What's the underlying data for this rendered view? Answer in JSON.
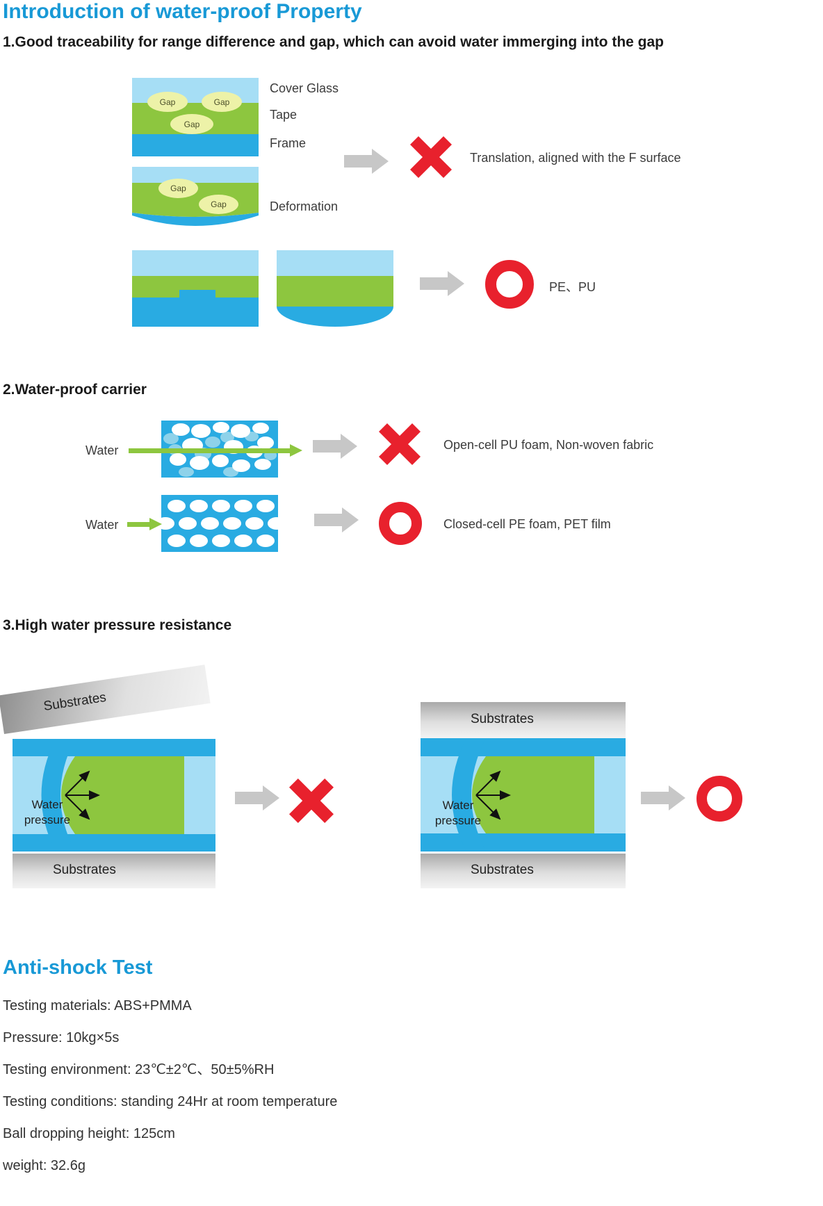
{
  "page": {
    "title": "Introduction of water-proof Property"
  },
  "colors": {
    "accent_blue": "#1899d6",
    "cover_glass_blue": "#a6def5",
    "tape_green": "#8dc63f",
    "frame_blue": "#29abe2",
    "gap_yellow": "#edf2a8",
    "fail_pass_red": "#e8212d",
    "arrow_gray": "#c7c7c7"
  },
  "icons": {
    "fail": "x-mark-icon",
    "pass": "ring-icon",
    "next": "arrow-right-icon",
    "flow": "water-flow-arrow-icon"
  },
  "section1": {
    "heading": "1.Good traceability for range difference and gap, which can avoid water immerging into the gap",
    "gap_label": "Gap",
    "layer_labels": {
      "cover_glass": "Cover Glass",
      "tape": "Tape",
      "frame": "Frame",
      "deformation": "Deformation"
    },
    "fail_caption": "Translation, aligned with the F surface",
    "pass_caption": "PE、PU"
  },
  "section2": {
    "heading": "2.Water-proof carrier",
    "water_label": "Water",
    "fail_caption": "Open-cell PU foam, Non-woven fabric",
    "pass_caption": "Closed-cell PE foam, PET film"
  },
  "section3": {
    "heading": "3.High water pressure resistance",
    "substrates_label": "Substrates",
    "water_pressure_label": "Water pressure"
  },
  "anti_shock": {
    "title": "Anti-shock Test",
    "lines": [
      "Testing materials: ABS+PMMA",
      "Pressure: 10kg×5s",
      "Testing environment: 23℃±2℃、50±5%RH",
      "Testing conditions: standing 24Hr at room temperature",
      "Ball dropping height: 125cm",
      "weight: 32.6g"
    ]
  }
}
